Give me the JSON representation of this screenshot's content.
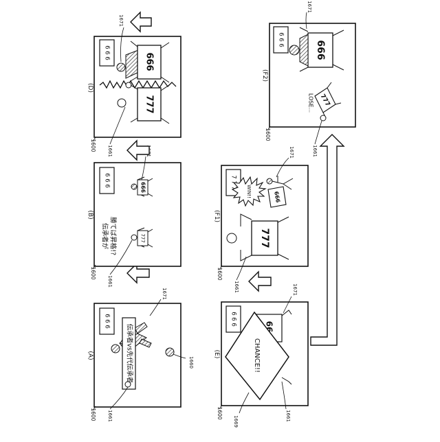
{
  "panels": {
    "A": {
      "label": "(A)",
      "screen_ref": "1600",
      "score": "6 6 6",
      "banner": "伝承者vs先代伝承者",
      "refs": {
        "player": "1661",
        "rival": "1671",
        "ball": "1660"
      }
    },
    "B": {
      "label": "(B)",
      "screen_ref": "1600",
      "score": "6 6 6",
      "message_line1": "伝承者が",
      "message_line2": "勝てば昇格!?",
      "player_card": "777",
      "rival_card": "666",
      "refs": {
        "player": "1661",
        "rival": "1671"
      }
    },
    "D": {
      "label": "(D)",
      "screen_ref": "1600",
      "score": "6 6 6",
      "player_card": "777",
      "rival_card": "666",
      "refs": {
        "player": "1661",
        "rival": "1671"
      }
    },
    "E": {
      "label": "(E)",
      "screen_ref": "1600",
      "score": "6 6 6",
      "cutin": "CHANCE!!",
      "rival_card_partial": "66",
      "refs": {
        "cutin": "1669",
        "player": "1661",
        "rival": "1671"
      }
    },
    "F1": {
      "label": "(F1)",
      "screen_ref": "1600",
      "score": "7 7 7",
      "player_card": "777",
      "rival_card": "666",
      "burst_text": "WIN!!",
      "refs": {
        "player": "1661",
        "rival": "1671"
      }
    },
    "F2": {
      "label": "(F2)",
      "screen_ref": "1600",
      "score": "6 6 6",
      "rival_card": "666",
      "player_card": "777",
      "lose_text": "LOSE...",
      "refs": {
        "player": "1661",
        "rival": "1671"
      }
    }
  }
}
